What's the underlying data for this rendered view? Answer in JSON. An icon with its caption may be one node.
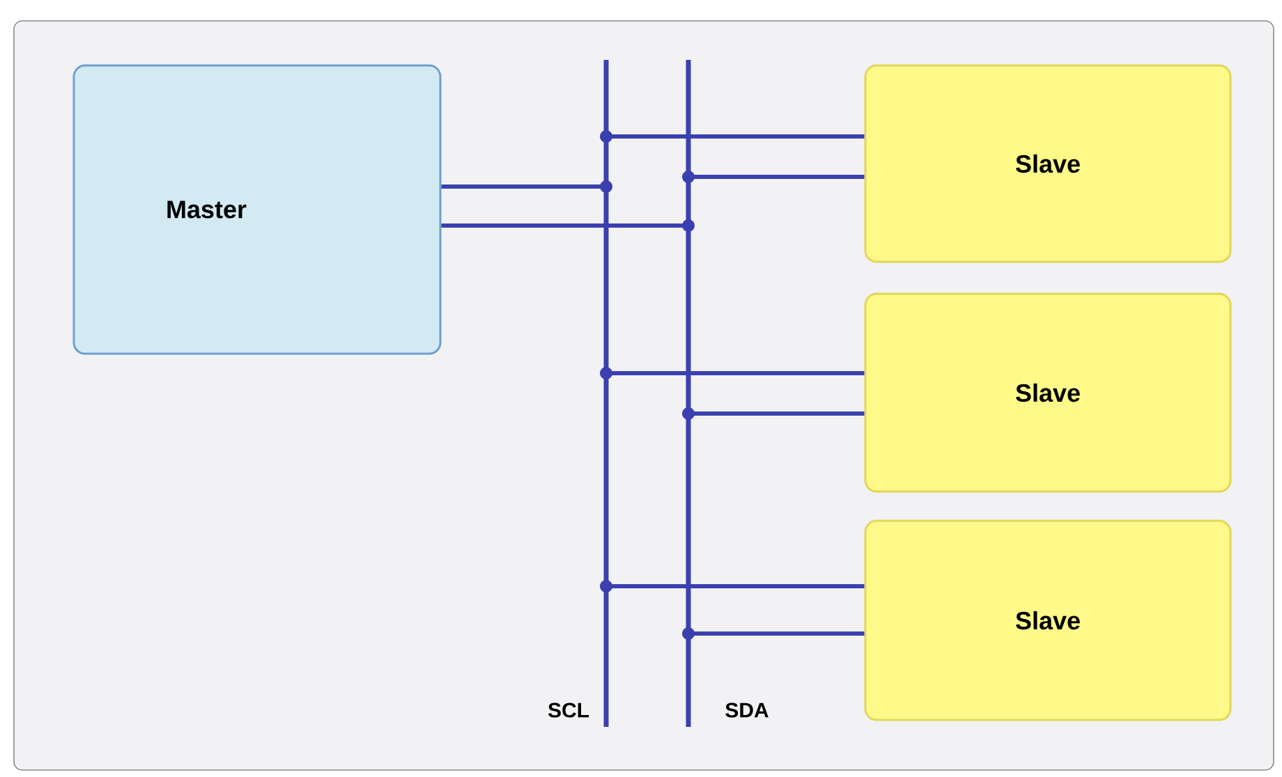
{
  "diagram": {
    "nodes": [
      {
        "text": [
          "Master"
        ]
      },
      {
        "text": [
          "Slave"
        ]
      },
      {
        "text": [
          "Slave"
        ]
      },
      {
        "text": [
          "Slave"
        ]
      },
      {
        "text": [],
        "shape": "bar",
        "beside": [
          "SCL"
        ]
      },
      {
        "text": [],
        "shape": "bar",
        "beside": [
          "SDA"
        ]
      }
    ],
    "edges": [
      {
        "from": 0,
        "to": 4,
        "arrow": "other"
      },
      {
        "from": 0,
        "to": 5,
        "arrow": "other"
      },
      {
        "from": 4,
        "to": 1,
        "arrow": "other"
      },
      {
        "from": 5,
        "to": 1,
        "arrow": "other"
      },
      {
        "from": 4,
        "to": 2,
        "arrow": "other"
      },
      {
        "from": 5,
        "to": 2,
        "arrow": "other"
      },
      {
        "from": 4,
        "to": 3,
        "arrow": "other"
      },
      {
        "from": 5,
        "to": 3,
        "arrow": "other"
      }
    ]
  }
}
